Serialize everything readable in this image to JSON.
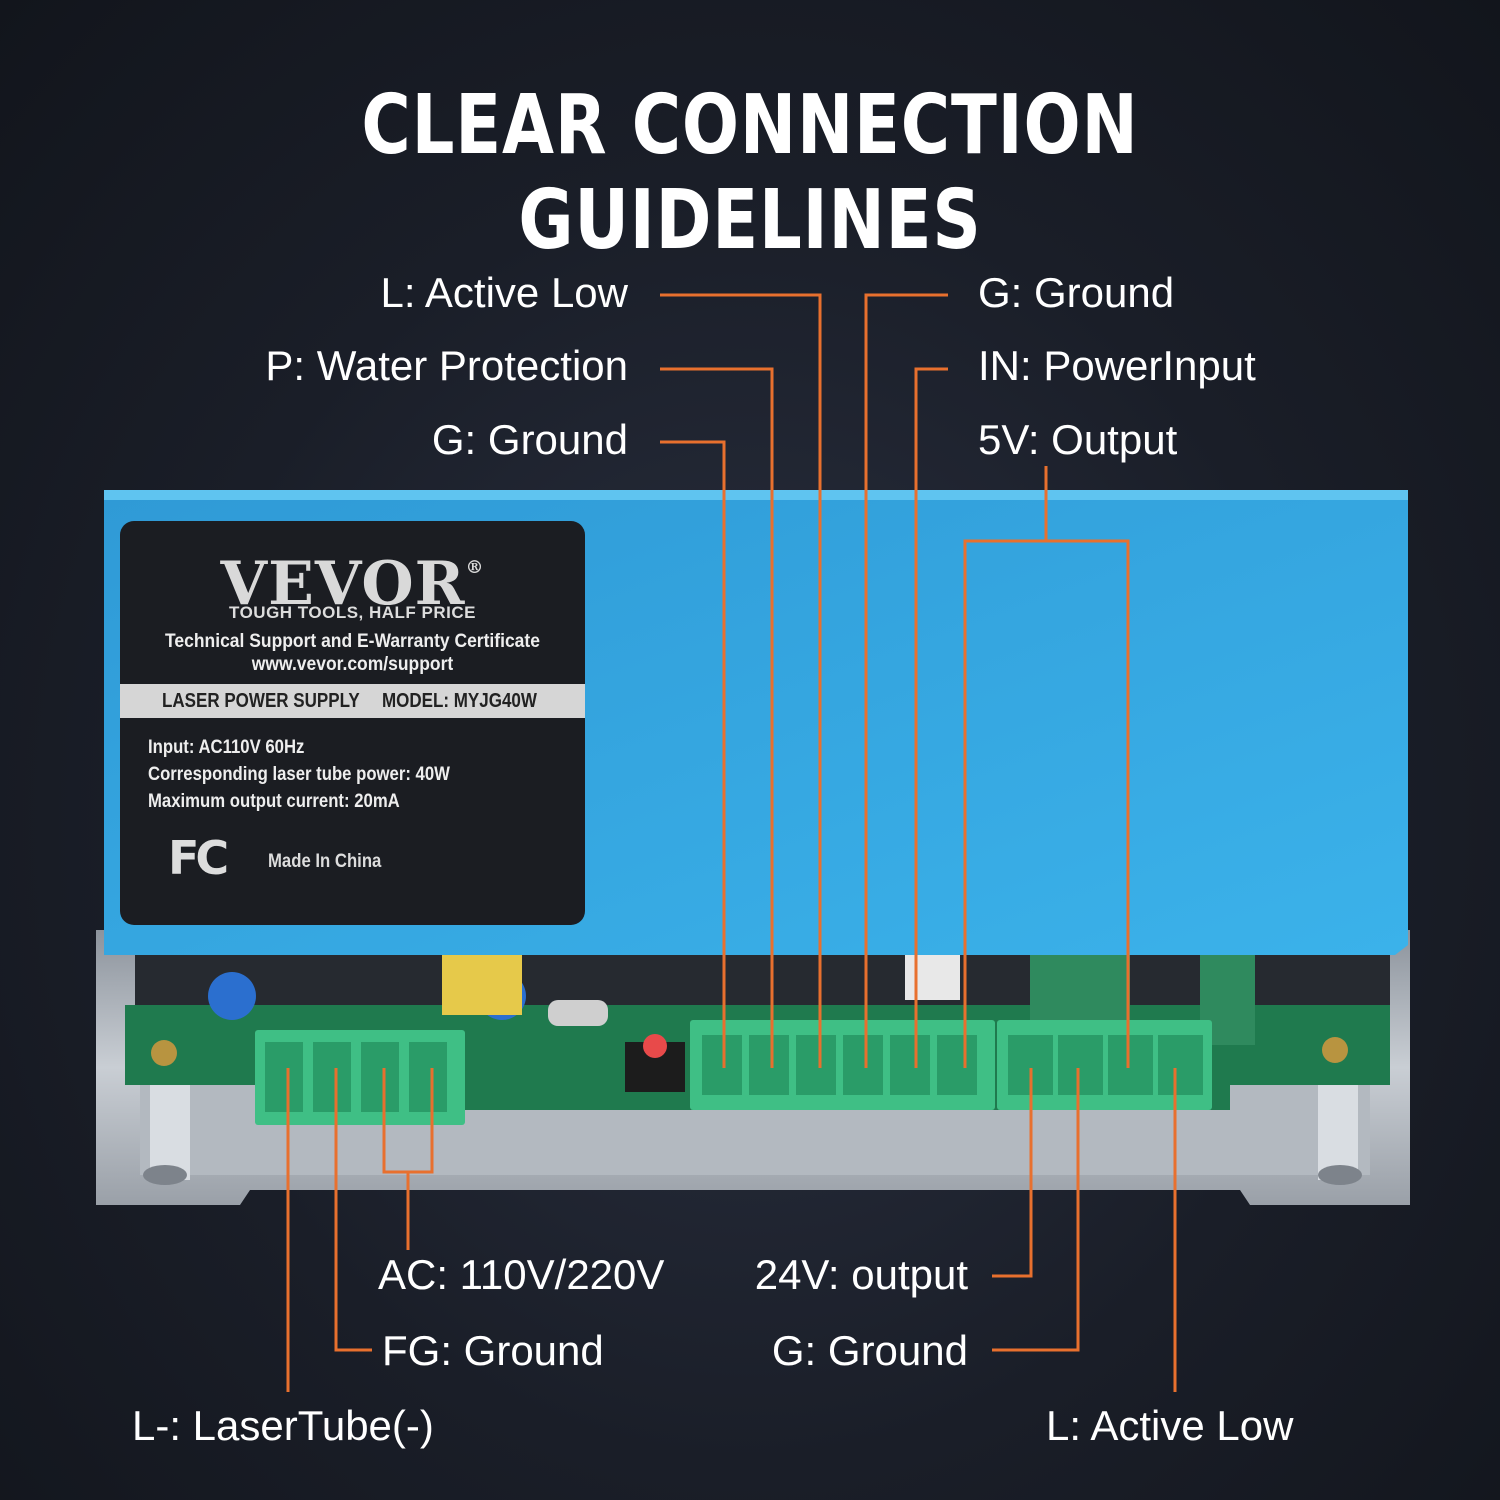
{
  "title": "CLEAR CONNECTION GUIDELINES",
  "labels": {
    "top_left": [
      "L: Active Low",
      "P: Water Protection",
      "G: Ground"
    ],
    "top_right": [
      "G: Ground",
      "IN: PowerInput",
      "5V: Output"
    ],
    "bottom_center": [
      "AC: 110V/220V",
      "FG: Ground",
      "L-: LaserTube(-)"
    ],
    "bottom_right": [
      "24V: output",
      "G: Ground",
      "L: Active Low"
    ]
  },
  "sticker": {
    "brand": "VEVOR",
    "registered": "®",
    "tagline": "TOUGH TOOLS, HALF PRICE",
    "support_line": "Technical Support and E-Warranty Certificate",
    "support_url": "www.vevor.com/support",
    "product": "LASER POWER SUPPLY",
    "model": "MODEL: MYJG40W",
    "spec_input": "Input: AC110V 60Hz",
    "spec_power": "Corresponding laser tube power: 40W",
    "spec_current": "Maximum output current: 20mA",
    "fcc": "FC",
    "origin": "Made In China"
  },
  "colors": {
    "wire": "#e8702e",
    "housing": "#33a6df",
    "terminal": "#3fbf85",
    "pcb": "#1f7a4e"
  }
}
